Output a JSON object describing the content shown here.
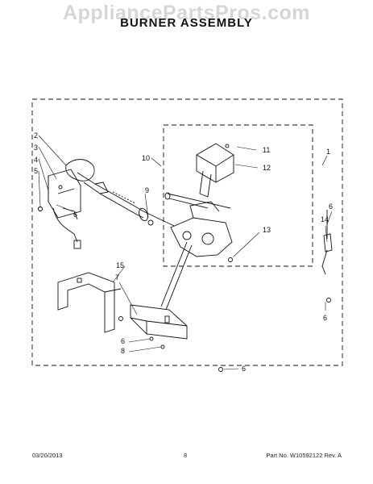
{
  "header": {
    "watermark": "AppliancePartsPros.com",
    "title": "BURNER ASSEMBLY"
  },
  "callouts": {
    "c1": "1",
    "c2": "2",
    "c3": "3",
    "c4": "4",
    "c5": "5",
    "c6a": "6",
    "c6b": "6",
    "c6c": "6",
    "c6d": "6",
    "c6e": "6",
    "c7": "7",
    "c8": "8",
    "c9": "9",
    "c10": "10",
    "c11": "11",
    "c12": "12",
    "c13": "13",
    "c14": "14",
    "c15": "15"
  },
  "footer": {
    "date": "03/20/2013",
    "page": "8",
    "part": "Part No. W10592122 Rev. A"
  }
}
